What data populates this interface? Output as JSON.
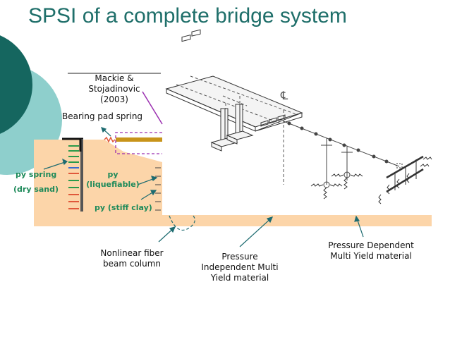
{
  "title": "SPSI of a complete bridge system",
  "reference": {
    "line1": "Mackie &",
    "line2": "Stojadinovic",
    "line3": "(2003)"
  },
  "labels": {
    "bearing_pad": "Bearing pad spring",
    "py_spring": "py spring",
    "dry_sand": "(dry sand)",
    "py_liq_1": "py",
    "py_liq_2": "(liquefiable)",
    "py_stiff": "py (stiff clay)",
    "centerline": "℄",
    "fiber_1": "Nonlinear fiber",
    "fiber_2": "beam column",
    "pim_1": "Pressure",
    "pim_2": "Independent Multi",
    "pim_3": "Yield material",
    "pdm_1": "Pressure Dependent",
    "pdm_2": "Multi Yield material"
  },
  "colors": {
    "title": "#1f6f6a",
    "soil": "#fcd5a9",
    "dark_teal": "#15665f",
    "light_teal": "#8ecfcc",
    "label_green": "#1e8a5a",
    "arrow": "#1d6b70",
    "pad": "#c8941a",
    "dashed_purple": "#9b2fb0"
  }
}
